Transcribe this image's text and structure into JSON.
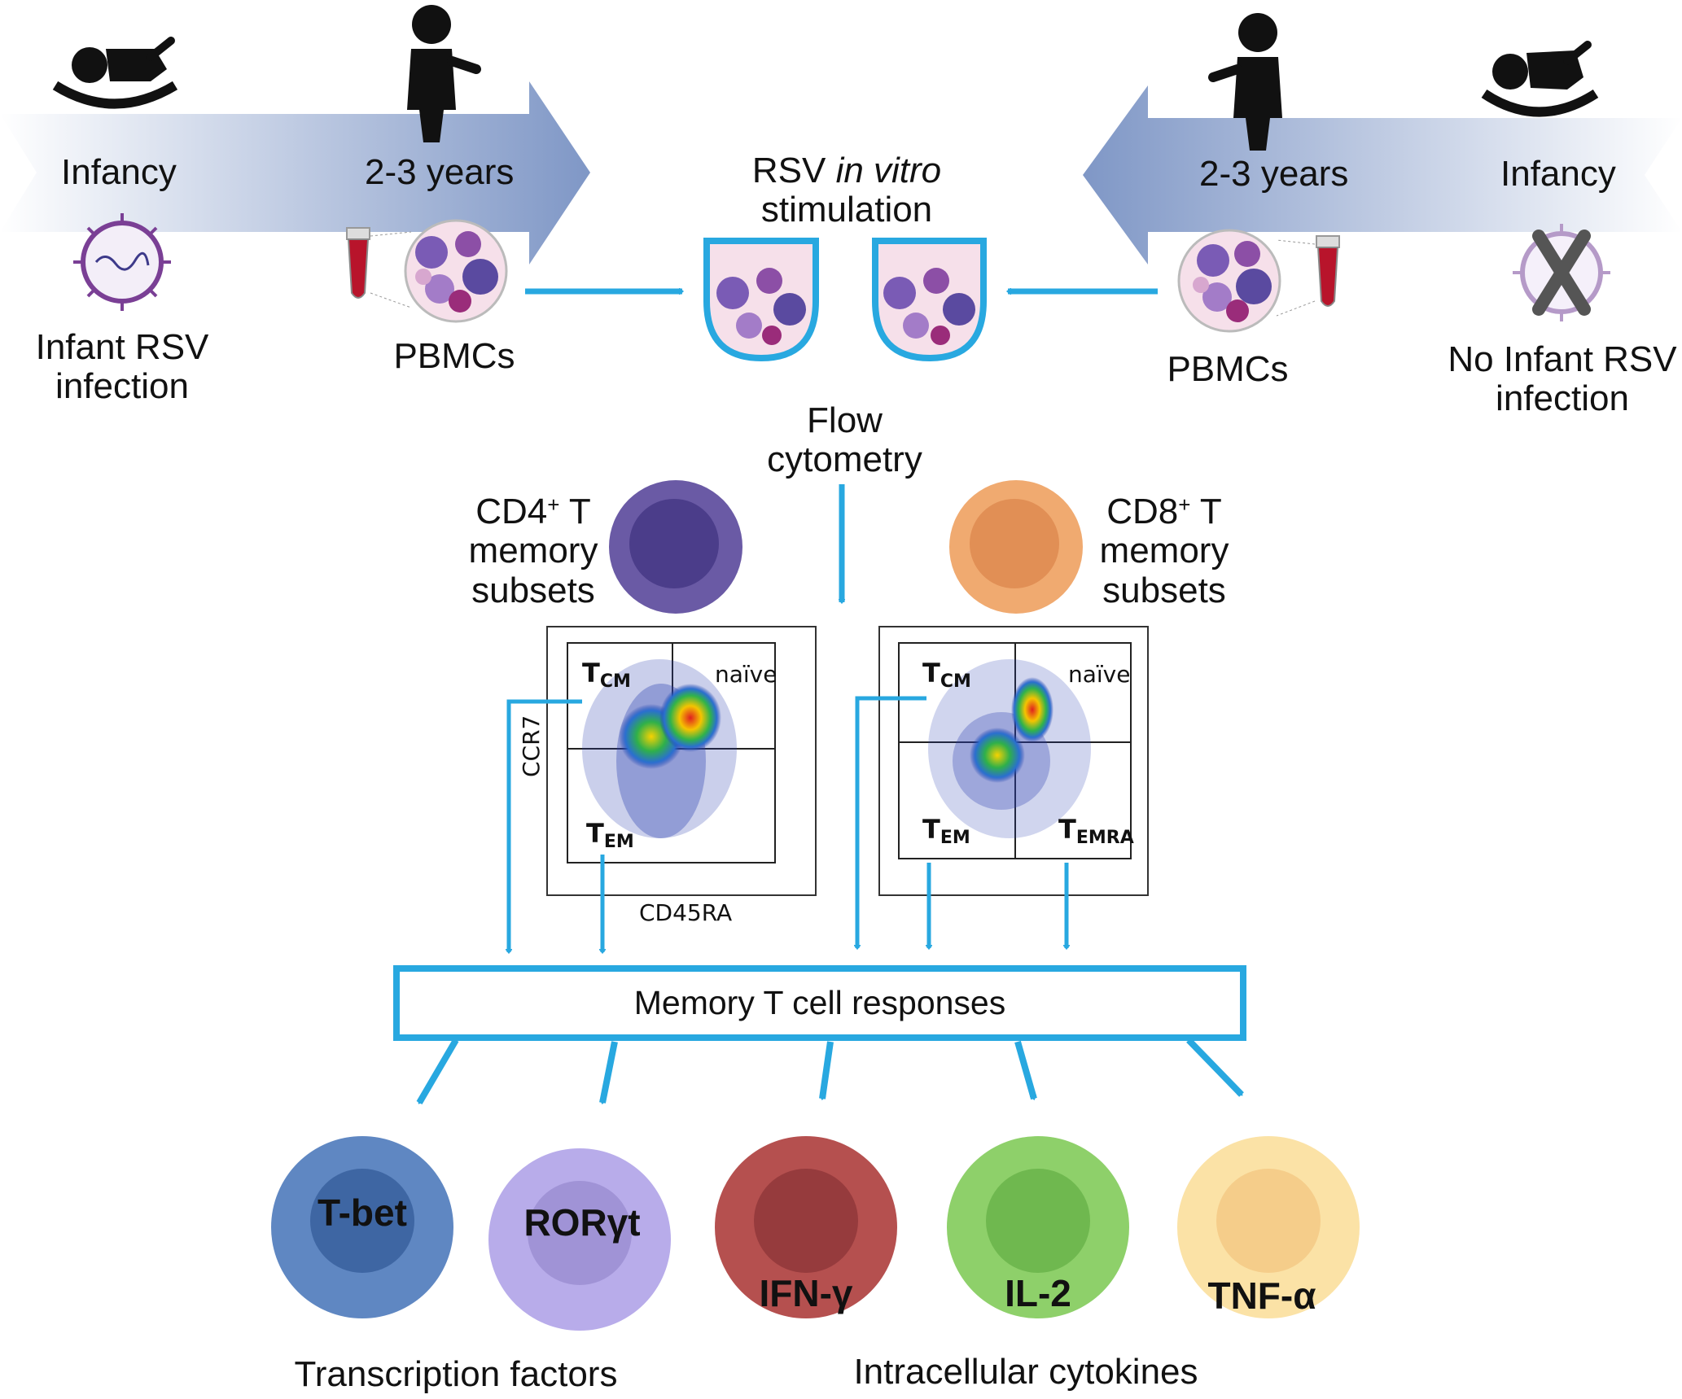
{
  "timeline_left": {
    "start_label": "Infancy",
    "end_label": "2-3 years",
    "virus_label_line1": "Infant RSV",
    "virus_label_line2": "infection",
    "sample_label": "PBMCs"
  },
  "timeline_right": {
    "start_label": "2-3 years",
    "end_label": "Infancy",
    "virus_label_line1": "No Infant RSV",
    "virus_label_line2": "infection",
    "sample_label": "PBMCs"
  },
  "stimulation": {
    "prefix": "RSV",
    "italic": "in vitro",
    "line2": "stimulation"
  },
  "flow": {
    "line1": "Flow",
    "line2": "cytometry"
  },
  "cd4": {
    "line1_main": "CD4",
    "line1_sup": "+",
    "line1_tail": " T",
    "line2": "memory",
    "line3": "subsets",
    "color": "#6a5aa5"
  },
  "cd8": {
    "line1_main": "CD8",
    "line1_sup": "+",
    "line1_tail": " T",
    "line2": "memory",
    "line3": "subsets",
    "color": "#f0aa70"
  },
  "plot_left": {
    "tcm": "T",
    "tcm_sub": "CM",
    "tem": "T",
    "tem_sub": "EM",
    "naive": "naïve",
    "y_axis": "CCR7",
    "x_axis": "CD45RA"
  },
  "plot_right": {
    "tcm": "T",
    "tcm_sub": "CM",
    "tem": "T",
    "tem_sub": "EM",
    "temra": "T",
    "temra_sub": "EMRA",
    "naive": "naïve"
  },
  "responses_box": "Memory T cell responses",
  "outcomes": [
    {
      "label": "T-bet",
      "outer": "#5f87c2",
      "inner": "#3e66a3"
    },
    {
      "label": "RORγt",
      "outer": "#b8acea",
      "inner": "#a093d6"
    },
    {
      "label": "IFN-γ",
      "outer": "#b5504f",
      "inner": "#963b3d"
    },
    {
      "label": "IL-2",
      "outer": "#8ed06a",
      "inner": "#6fb84f"
    },
    {
      "label": "TNF-α",
      "outer": "#fbe2a6",
      "inner": "#f5cd8a"
    }
  ],
  "groups": {
    "left": "Transcription factors",
    "right": "Intracellular cytokines"
  },
  "accent": "#28a8e0"
}
